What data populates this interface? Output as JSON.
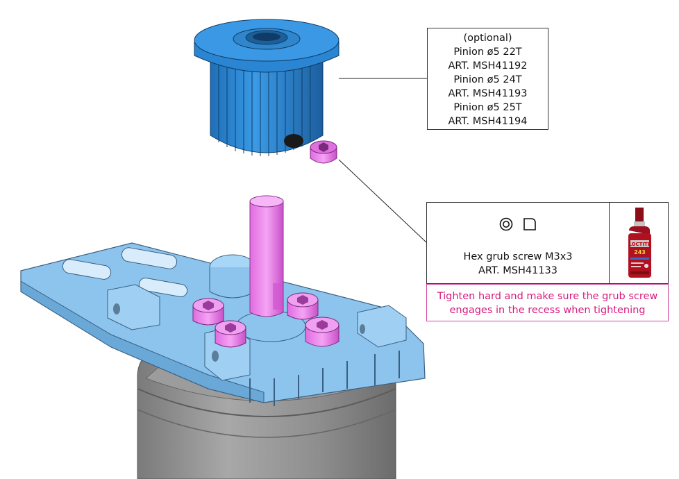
{
  "pinion_callout": {
    "lines": [
      "(optional)",
      "Pinion ø5 22T",
      "ART. MSH41192",
      "Pinion ø5 24T",
      "ART. MSH41193",
      "Pinion ø5 25T",
      "ART. MSH41194"
    ]
  },
  "screw_callout": {
    "icons": [
      "hex-socket-drive-icon",
      "flat-point-grub-screw-icon"
    ],
    "name": "Hex grub screw M3x3",
    "article": "ART. MSH41133"
  },
  "threadlocker": {
    "brand": "LOCTITE",
    "number": "243"
  },
  "instruction": {
    "line1": "Tighten hard and make sure the grub screw",
    "line2": "engages in the recess when tightening"
  },
  "colors": {
    "pinion_blue": "#2a8ad8",
    "bracket_blue": "#8cc4ee",
    "screw_magenta": "#e070e0",
    "motor_gray": "#8a8a8a",
    "note_pink": "#d81b7e",
    "loctite_red": "#b01020"
  }
}
